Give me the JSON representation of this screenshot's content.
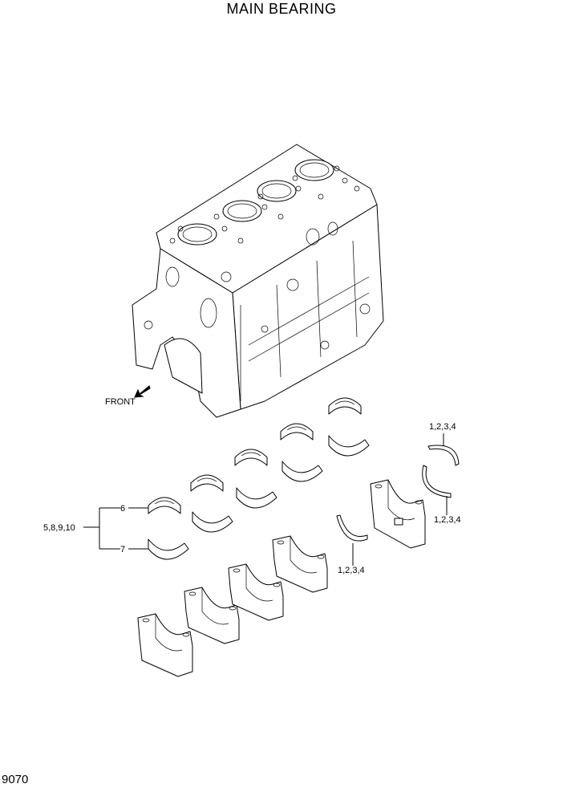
{
  "title": "MAIN BEARING",
  "page_number": "9070",
  "labels": {
    "front": "FRONT",
    "group": "5,8,9,10",
    "upper_shell": "6",
    "lower_shell": "7",
    "thrust_washer_upper_right": "1,2,3,4",
    "thrust_washer_lower_right": "1,2,3,4",
    "thrust_washer_center": "1,2,3,4"
  }
}
